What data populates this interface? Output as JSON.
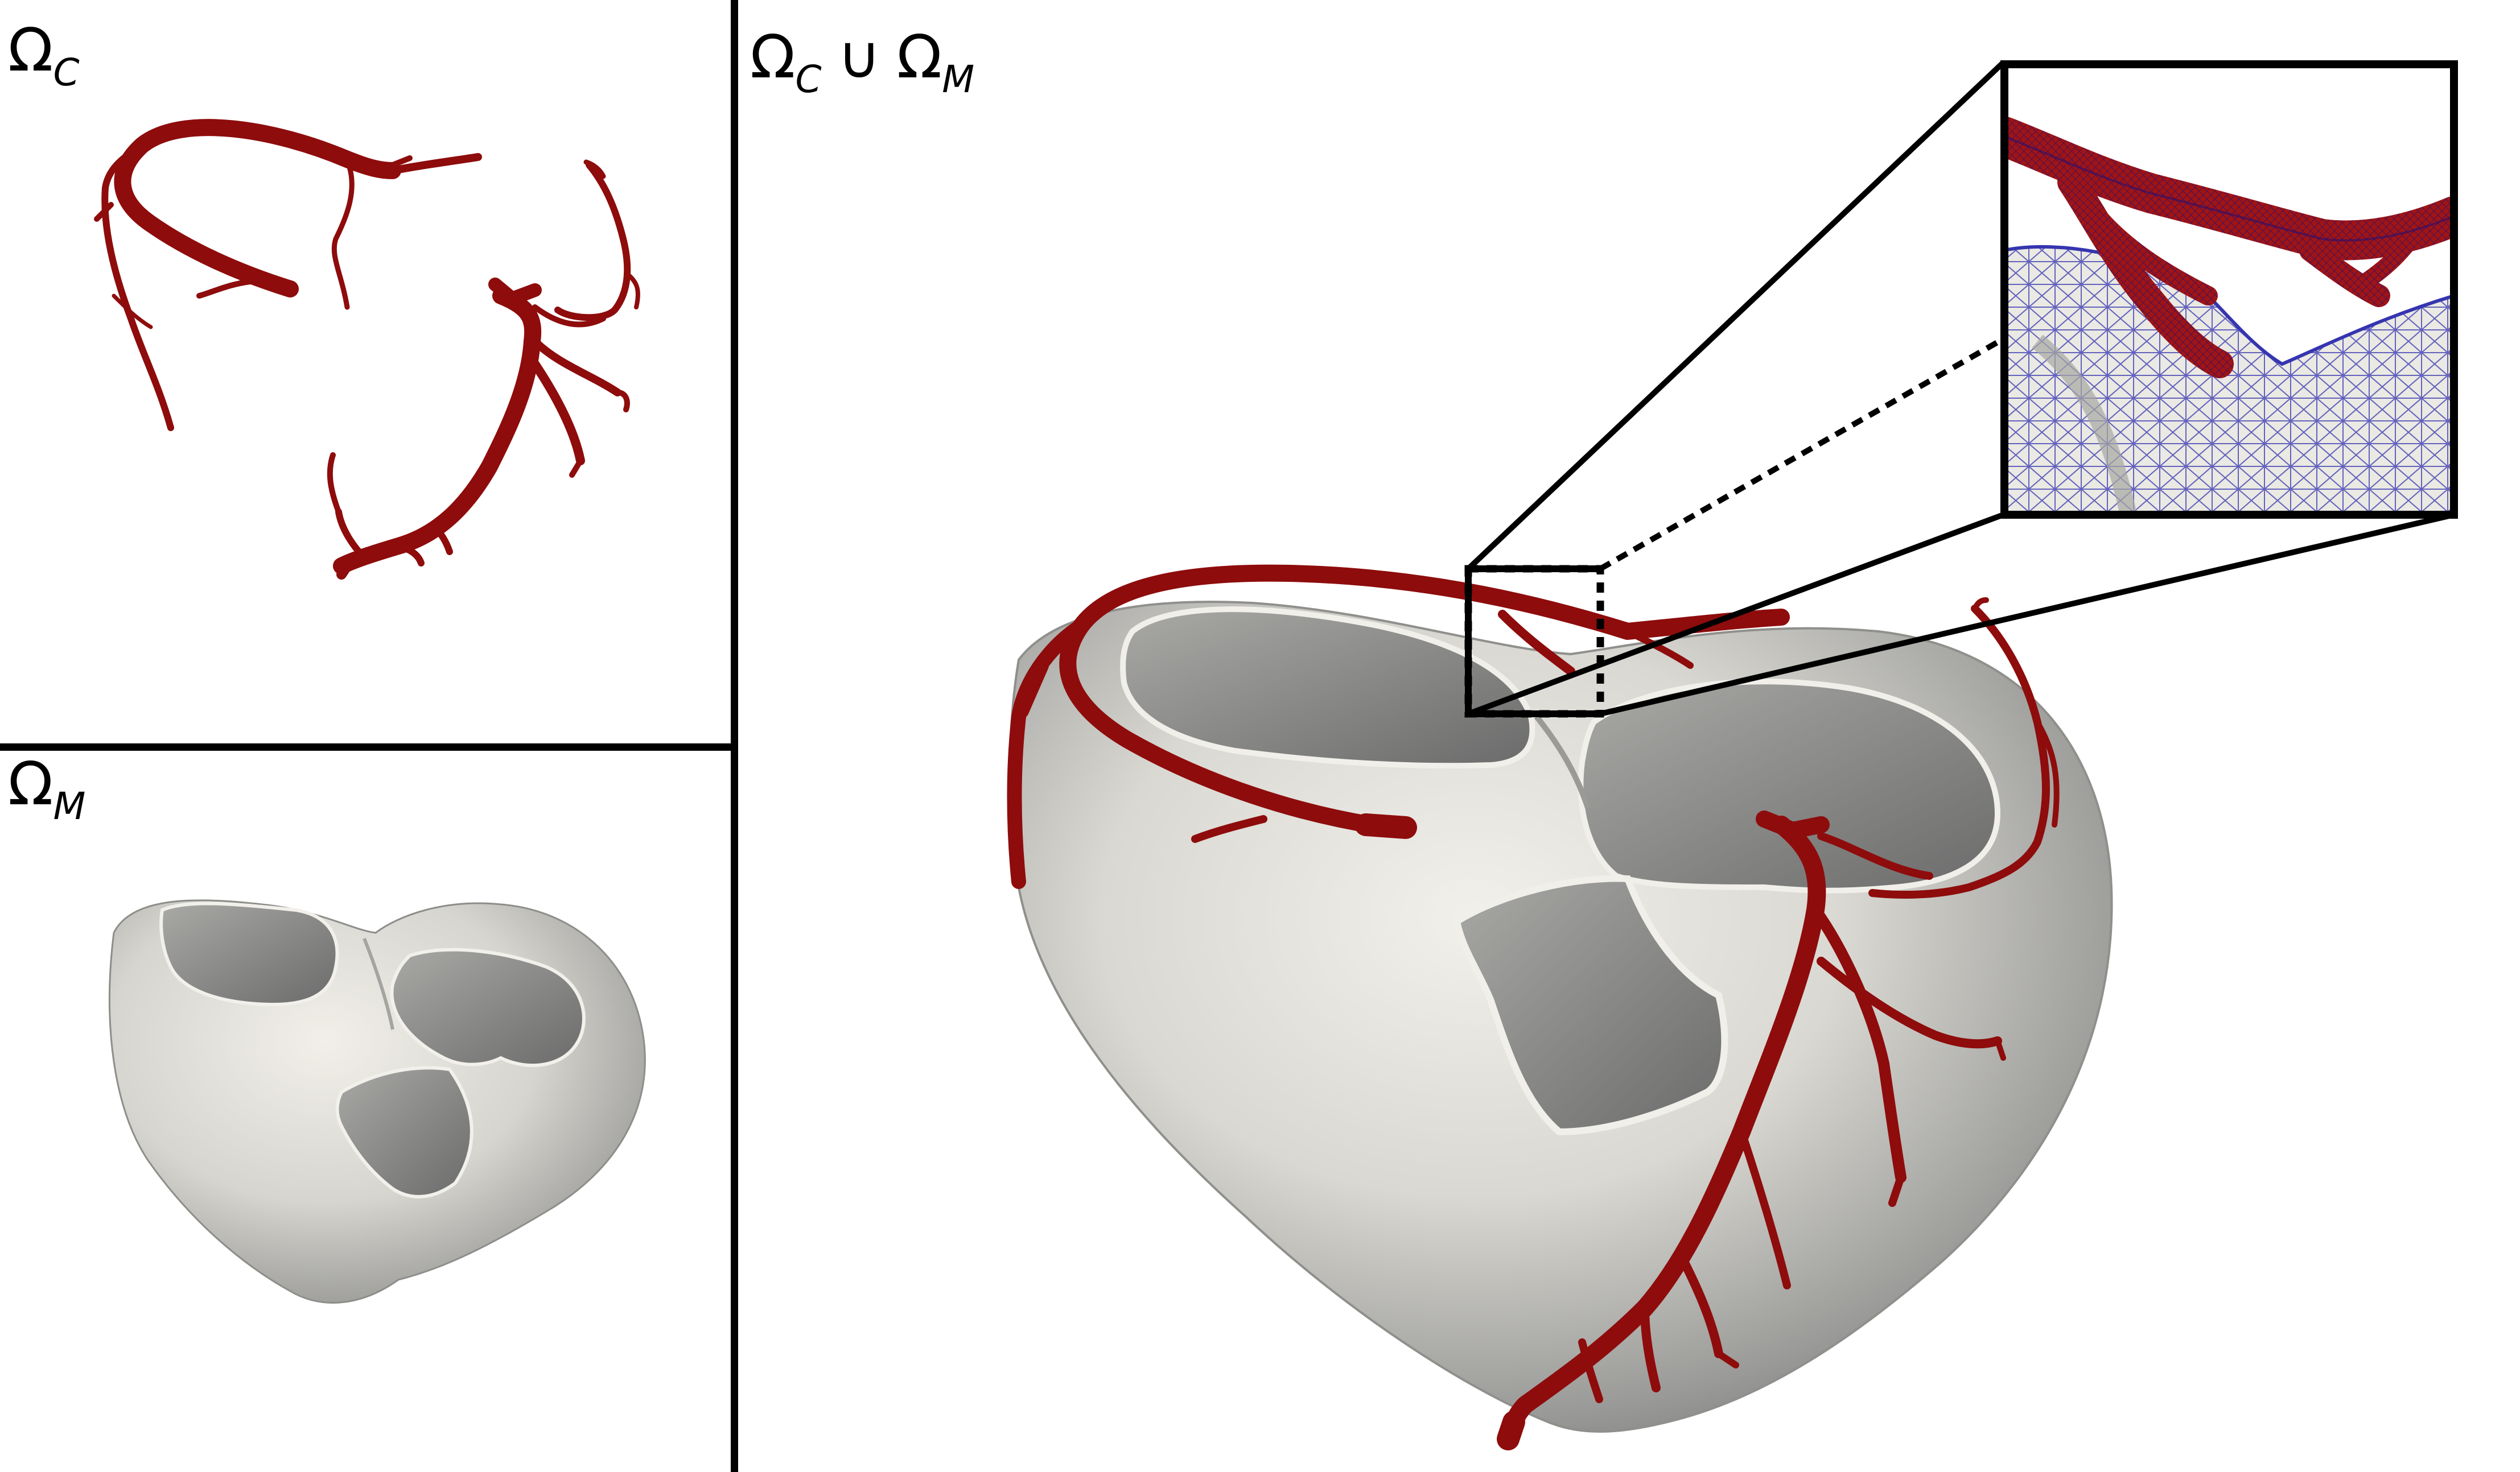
{
  "panels": {
    "coronary": {
      "symbol": "Ω",
      "subscript": "C"
    },
    "myocardium": {
      "symbol": "Ω",
      "subscript": "M"
    },
    "combined": {
      "symbol_a": "Ω",
      "subscript_a": "C",
      "union": "∪",
      "symbol_b": "Ω",
      "subscript_b": "M"
    }
  },
  "colors": {
    "vessel": "#8e0c0c",
    "vessel_dark": "#5c0606",
    "tissue_light": "#efede6",
    "tissue_mid": "#bdbdb8",
    "tissue_dark": "#7f7f7f",
    "mesh_line": "#2a2aa8",
    "divider": "#000000"
  },
  "icons": {
    "zoom_inset": "magnified-mesh-detail"
  }
}
